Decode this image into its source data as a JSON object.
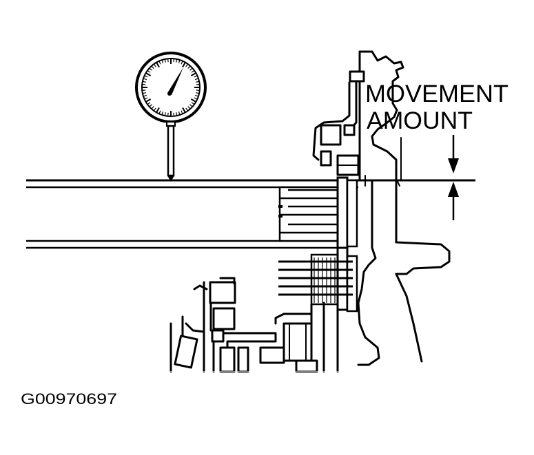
{
  "labels": {
    "movement_line1": "MOVEMENT",
    "movement_line2": "AMOUNT",
    "figure_code": "G00970697"
  },
  "icons": {
    "dial_indicator": "dial-gauge-icon",
    "arrows": "arrow-down-up-icon"
  }
}
